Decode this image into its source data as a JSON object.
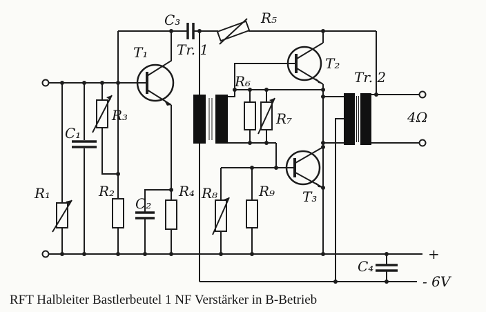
{
  "page": {
    "background": "#fbfbf8",
    "ink": "#1c1c1c"
  },
  "caption": "RFT Halbleiter Bastlerbeutel 1 NF Verstärker in B-Betrieb",
  "labels": {
    "c3": "C₃",
    "tr1": "Tr. 1",
    "r5": "R₅",
    "t1": "T₁",
    "t2": "T₂",
    "tr2": "Tr. 2",
    "output_impedance": "4Ω",
    "r6": "R₆",
    "r7": "R₇",
    "r3": "R₃",
    "c1": "C₁",
    "r1": "R₁",
    "r2": "R₂",
    "c2": "C₂",
    "r4": "R₄",
    "r8": "R₈",
    "r9": "R₉",
    "t3": "T₃",
    "c4": "C₄",
    "plus_rail": "+",
    "minus_rail": "- 6V"
  }
}
